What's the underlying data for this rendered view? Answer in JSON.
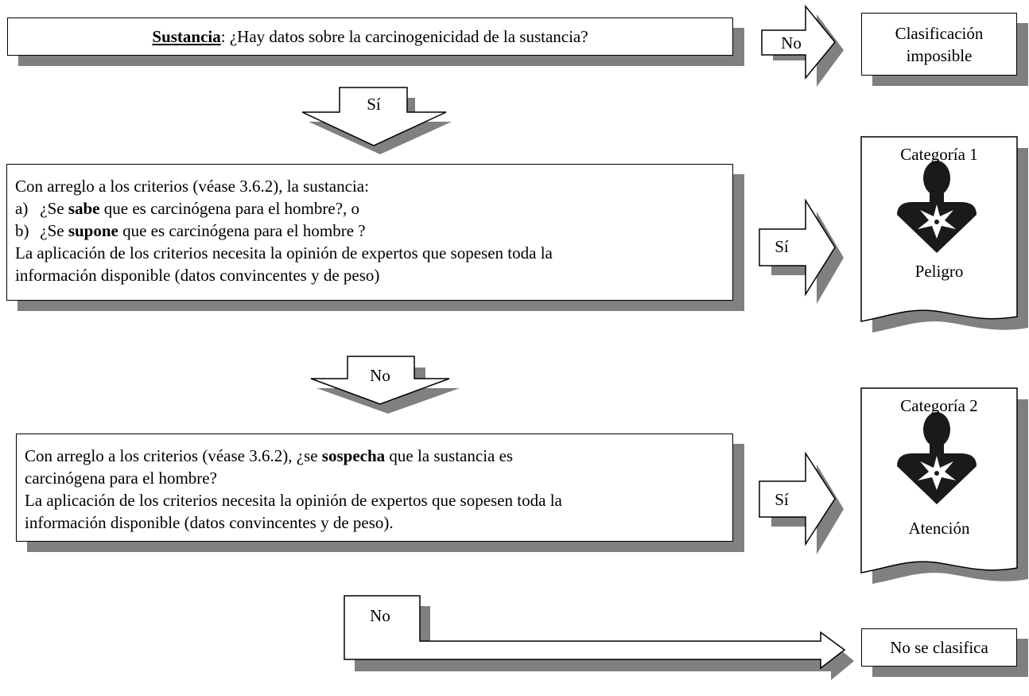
{
  "q1": {
    "subject_label": "Sustancia",
    "question": ": ¿Hay datos sobre la carcinogenicidad de la sustancia?"
  },
  "arrow_q1_no": {
    "label": "No"
  },
  "result_none": {
    "line1": "Clasificación",
    "line2": "imposible"
  },
  "arrow_q1_yes": {
    "label": "Sí"
  },
  "q2": {
    "intro": "Con arreglo a los criterios (véase 3.6.2), la sustancia:",
    "a_prefix": "a)",
    "a_pre": "¿Se ",
    "a_bold": "sabe",
    "a_post": " que es carcinógena para el hombre?, o",
    "b_prefix": "b)",
    "b_pre": "¿Se ",
    "b_bold": "supone",
    "b_post": " que es carcinógena para el hombre ?",
    "note_line1": "La aplicación de los criterios necesita la opinión de expertos que sopesen toda la",
    "note_line2": "información disponible (datos convincentes y de peso)"
  },
  "arrow_q2_yes": {
    "label": "Sí"
  },
  "cat1": {
    "title": "Categoría 1",
    "signal_word": "Peligro",
    "icon": "health-hazard-pictogram"
  },
  "arrow_q2_no": {
    "label": "No"
  },
  "q3": {
    "line1_pre": "Con arreglo a los criterios (véase 3.6.2), ¿se ",
    "line1_bold": "sospecha",
    "line1_post": " que la sustancia es",
    "line2": "carcinógena para el hombre?",
    "note_line1": "La aplicación de los criterios necesita la opinión de expertos que sopesen toda la",
    "note_line2": "información disponible (datos convincentes y de peso)."
  },
  "arrow_q3_yes": {
    "label": "Sí"
  },
  "cat2": {
    "title": "Categoría 2",
    "signal_word": "Atención",
    "icon": "health-hazard-pictogram"
  },
  "arrow_q3_no": {
    "label": "No"
  },
  "result_unclassified": {
    "label": "No se clasifica"
  },
  "colors": {
    "shadow": "#808080",
    "stroke": "#000000",
    "pictogram": "#1a1a1a"
  }
}
